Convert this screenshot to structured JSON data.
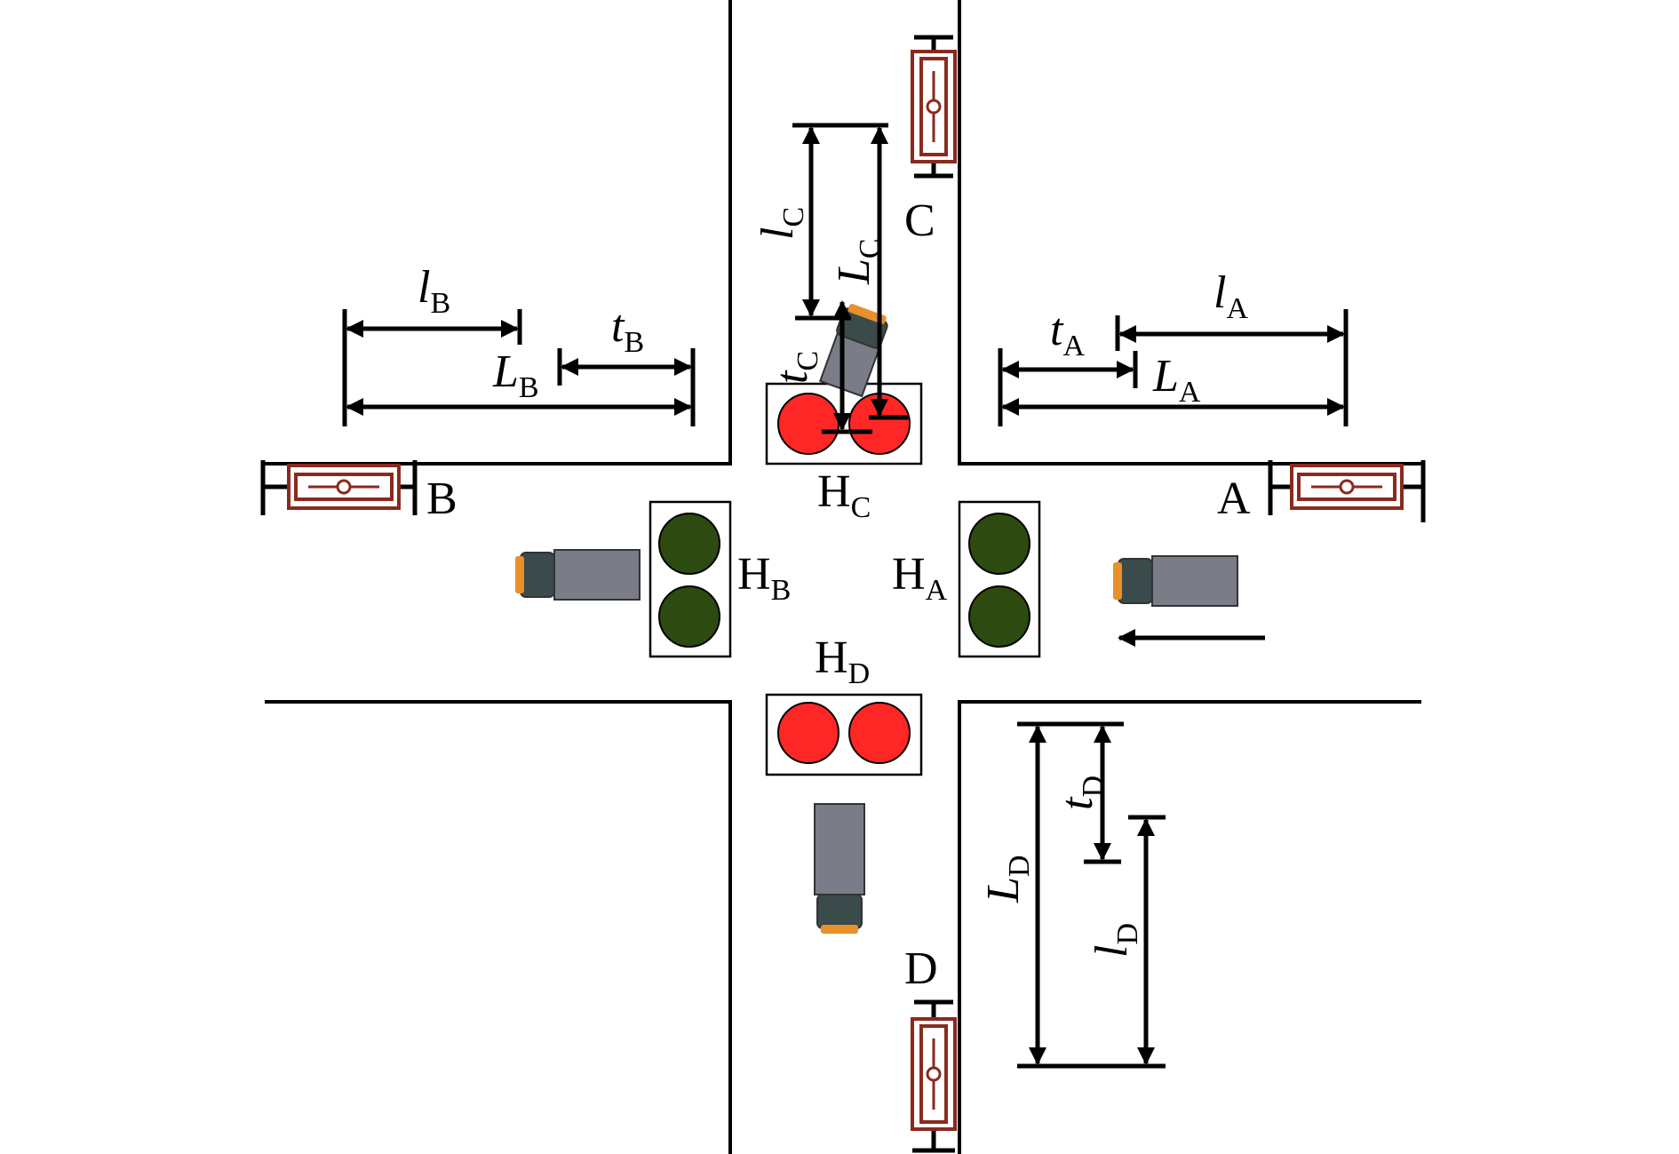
{
  "colors": {
    "light_red": "#ff2626",
    "light_green": "#2d4a10",
    "truck_body": "#7a7d87",
    "truck_cab_accent": "#e8902a",
    "sensor_frame": "#8a2a1f"
  },
  "stations": {
    "A": "A",
    "B": "B",
    "C": "C",
    "D": "D"
  },
  "signals": {
    "HA": {
      "main": "H",
      "sub": "A",
      "state": "green"
    },
    "HB": {
      "main": "H",
      "sub": "B",
      "state": "green"
    },
    "HC": {
      "main": "H",
      "sub": "C",
      "state": "red"
    },
    "HD": {
      "main": "H",
      "sub": "D",
      "state": "red"
    }
  },
  "dimensions": {
    "lA": {
      "main": "l",
      "sub": "A"
    },
    "tA": {
      "main": "t",
      "sub": "A"
    },
    "LA": {
      "main": "L",
      "sub": "A"
    },
    "lB": {
      "main": "l",
      "sub": "B"
    },
    "tB": {
      "main": "t",
      "sub": "B"
    },
    "LB": {
      "main": "L",
      "sub": "B"
    },
    "lC": {
      "main": "l",
      "sub": "C"
    },
    "tC": {
      "main": "t",
      "sub": "C"
    },
    "LC": {
      "main": "L",
      "sub": "C"
    },
    "lD": {
      "main": "l",
      "sub": "D"
    },
    "tD": {
      "main": "t",
      "sub": "D"
    },
    "LD": {
      "main": "L",
      "sub": "D"
    }
  }
}
